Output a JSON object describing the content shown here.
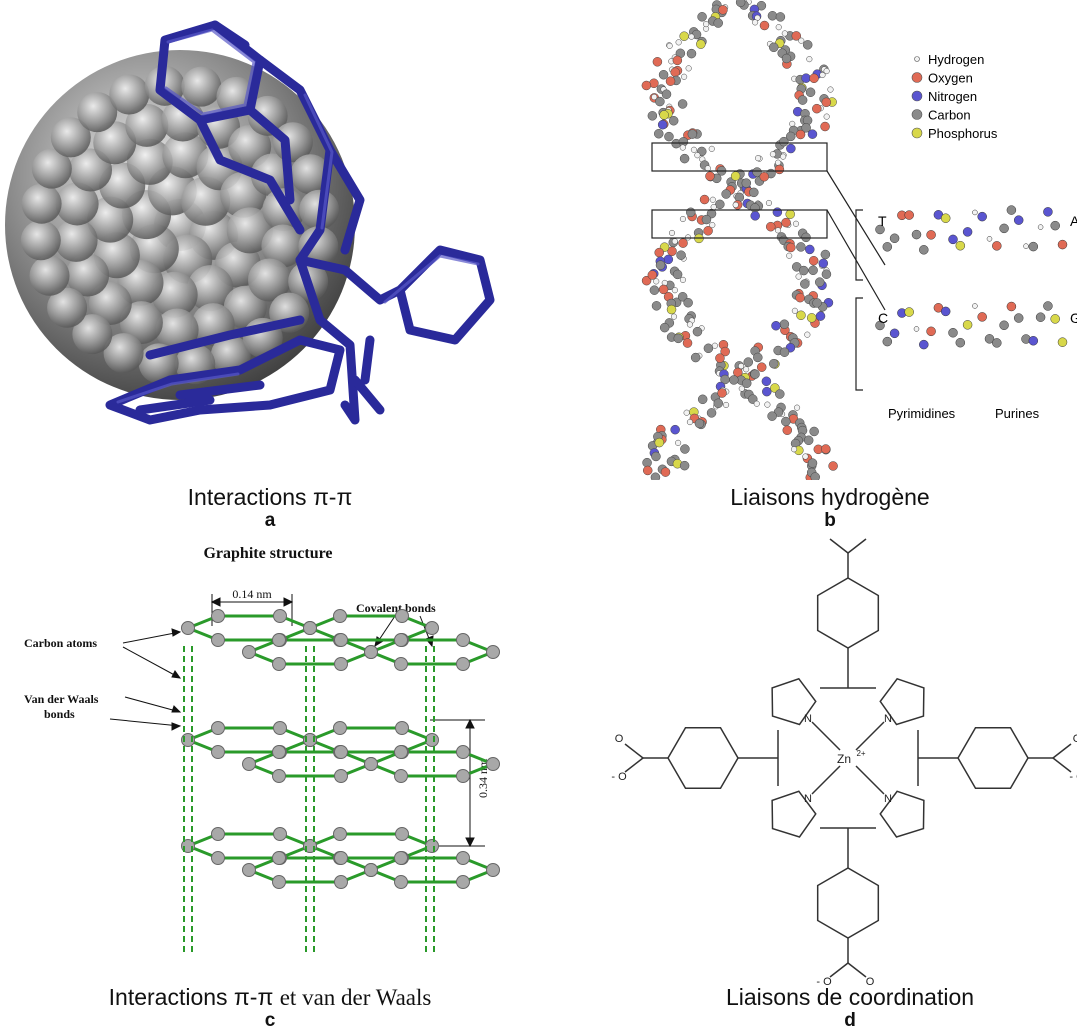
{
  "panels": {
    "a": {
      "caption": "Interactions π-π",
      "letter": "a",
      "colors": {
        "sphere": "#8c8c8c",
        "molecule": "#2a2a9a"
      }
    },
    "b": {
      "caption": "Liaisons hydrogène",
      "letter": "b",
      "legend": [
        {
          "label": "Hydrogen",
          "color": "#f2f2f2"
        },
        {
          "label": "Oxygen",
          "color": "#e06a55"
        },
        {
          "label": "Nitrogen",
          "color": "#5a55d0"
        },
        {
          "label": "Carbon",
          "color": "#8a8a8a"
        },
        {
          "label": "Phosphorus",
          "color": "#d8d84a"
        }
      ],
      "pairs": [
        {
          "left": "T",
          "right": "A"
        },
        {
          "left": "C",
          "right": "G"
        }
      ],
      "bottom_labels": [
        "Pyrimidines",
        "Purines"
      ]
    },
    "c": {
      "title": "Graphite structure",
      "caption_prefix": "Interactions π-π",
      "caption_suffix": "et van der Waals",
      "letter": "c",
      "annotations": {
        "width": "0.14 nm",
        "covalent": "Covalent bonds",
        "carbon": "Carbon atoms",
        "vdw_line1": "Van der Waals",
        "vdw_line2": "bonds",
        "spacing": "0.34 nm"
      },
      "colors": {
        "bond": "#2a9a2a",
        "atom": "#a8a8a8"
      }
    },
    "d": {
      "caption": "Liaisons de coordination",
      "letter": "d",
      "atoms": {
        "metal": "Zn",
        "charge": "2+",
        "nitrogen": "N",
        "oxygen": "O",
        "minus": "-"
      }
    }
  }
}
